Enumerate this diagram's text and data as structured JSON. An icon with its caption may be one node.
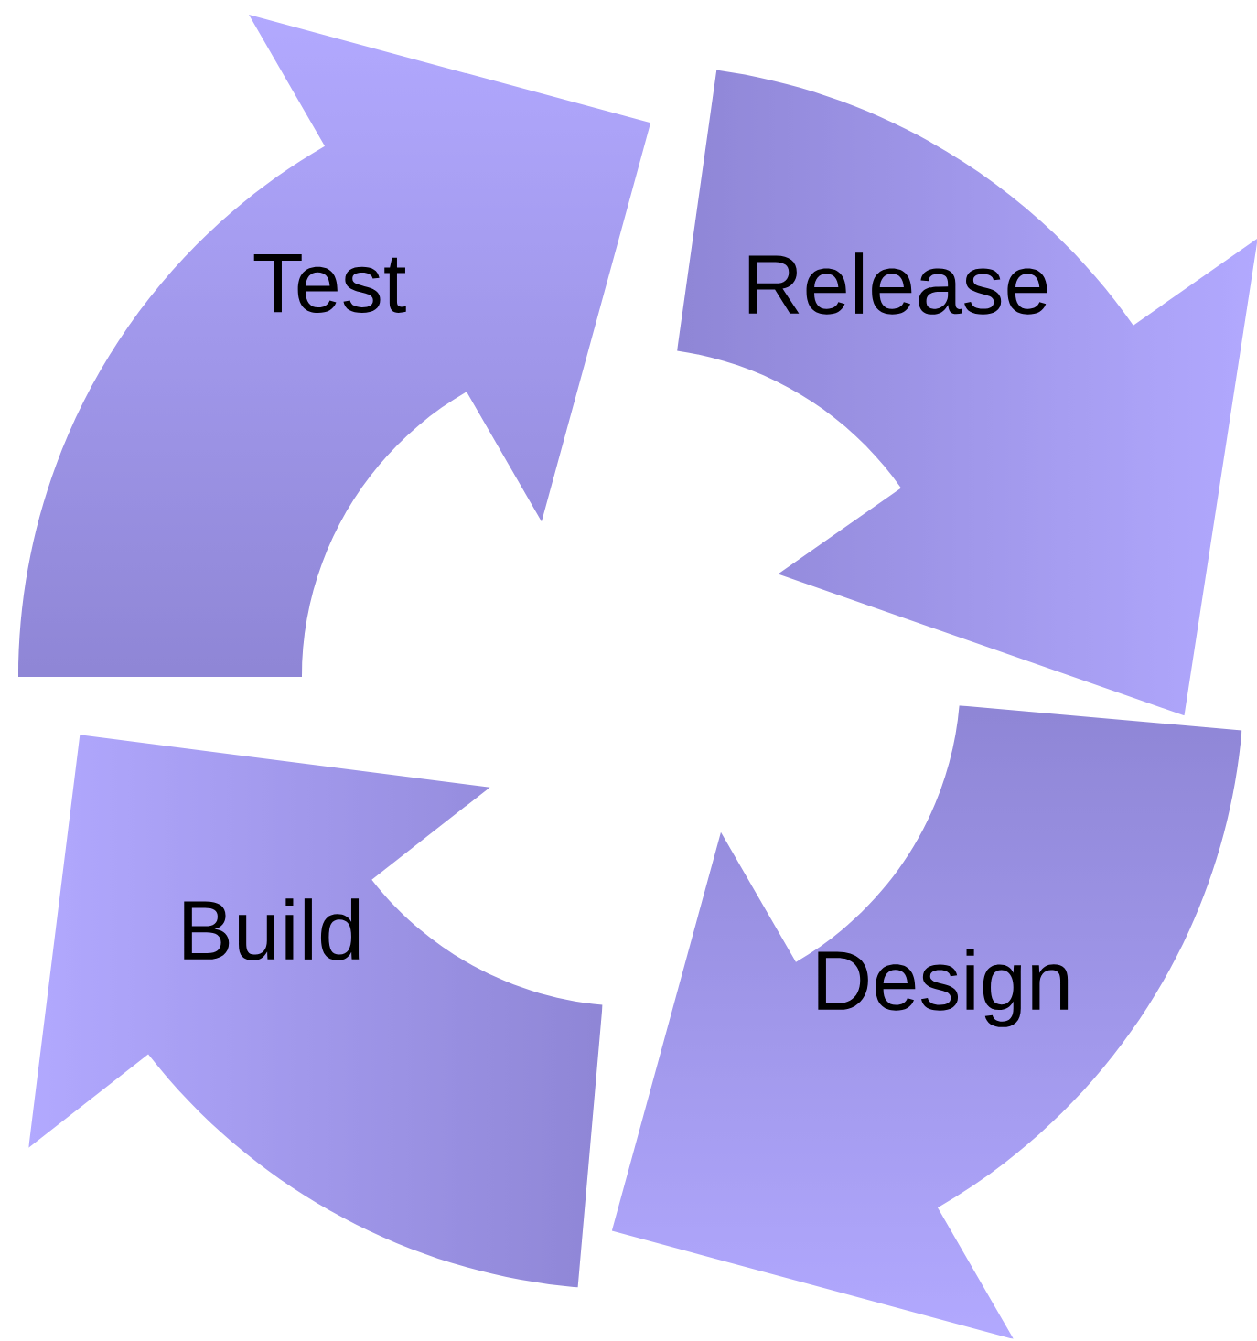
{
  "diagram": {
    "nodes": [
      {
        "text": [
          "Test"
        ]
      },
      {
        "text": [
          "Release"
        ]
      },
      {
        "text": [
          "Build"
        ]
      },
      {
        "text": [
          "Design"
        ]
      }
    ]
  }
}
